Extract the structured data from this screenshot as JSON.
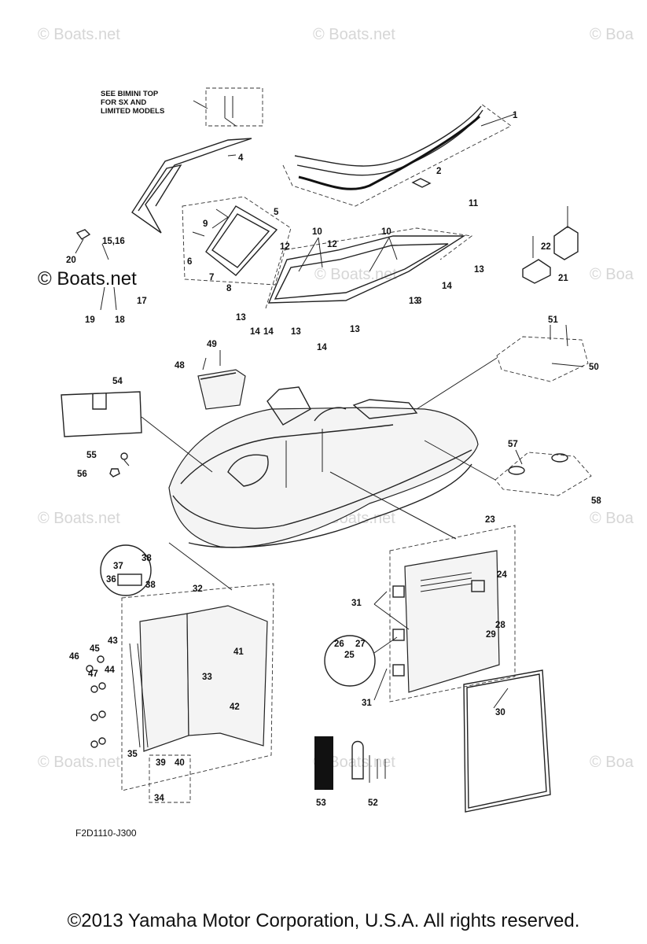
{
  "watermark": "© Boats.net",
  "watermark_partial": "© Boa",
  "note": [
    "SEE BIMINI TOP",
    "FOR SX AND",
    "LIMITED MODELS"
  ],
  "diagram_code": "F2D1110-J300",
  "copyright": "©2013 Yamaha Motor Corporation, U.S.A. All rights reserved.",
  "callouts": [
    "1",
    "2",
    "3",
    "4",
    "5",
    "6",
    "7",
    "8",
    "9",
    "10",
    "10",
    "11",
    "12",
    "12",
    "13",
    "13",
    "13",
    "13",
    "13",
    "14",
    "14",
    "14",
    "14",
    "15,16",
    "17",
    "18",
    "19",
    "20",
    "21",
    "22",
    "23",
    "24",
    "25",
    "26",
    "27",
    "28",
    "29",
    "30",
    "31",
    "31",
    "32",
    "33",
    "34",
    "35",
    "36",
    "37",
    "38",
    "38",
    "39",
    "40",
    "41",
    "42",
    "43",
    "44",
    "45",
    "46",
    "47",
    "48",
    "49",
    "50",
    "51",
    "52",
    "53",
    "54",
    "55",
    "56",
    "57",
    "58"
  ]
}
